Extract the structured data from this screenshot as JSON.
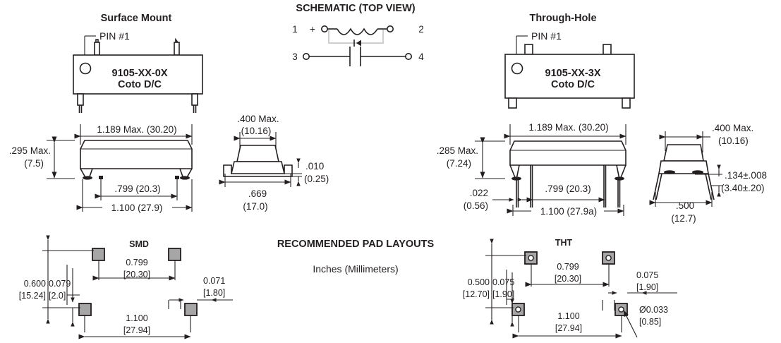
{
  "headings": {
    "surface_mount": "Surface Mount",
    "schematic": "SCHEMATIC (TOP VIEW)",
    "through_hole": "Through-Hole",
    "pad_layouts": "RECOMMENDED PAD LAYOUTS",
    "units": "Inches (Millimeters)",
    "smd": "SMD",
    "tht": "THT"
  },
  "surface_mount": {
    "pin1_label": "PIN #1",
    "part_number": "9105-XX-0X",
    "part_sub": "Coto D/C",
    "front_view": {
      "width_max": "1.189 Max. (30.20)",
      "height_max_1": ".295 Max.",
      "height_max_2": "(7.5)",
      "pin_span": ".799 (20.3)",
      "overall": "1.100 (27.9)"
    },
    "side_view": {
      "top_width_1": ".400 Max.",
      "top_width_2": "(10.16)",
      "standoff_1": ".010",
      "standoff_2": "(0.25)",
      "foot_span_1": ".669",
      "foot_span_2": "(17.0)"
    }
  },
  "through_hole": {
    "pin1_label": "PIN #1",
    "part_number": "9105-XX-3X",
    "part_sub": "Coto D/C",
    "front_view": {
      "width_max": "1.189 Max. (30.20)",
      "height_max_1": ".285 Max.",
      "height_max_2": "(7.24)",
      "lead_dia_1": ".022",
      "lead_dia_2": "(0.56)",
      "pin_span": ".799 (20.3)",
      "overall": "1.100 (27.9a)"
    },
    "side_view": {
      "top_width_1": ".400 Max.",
      "top_width_2": "(10.16)",
      "lead_len_1": ".134±.008",
      "lead_len_2": "(3.40±.20)",
      "foot_span_1": ".500",
      "foot_span_2": "(12.7)"
    }
  },
  "schematic": {
    "pin1": "1",
    "pin2": "2",
    "pin3": "3",
    "pin4": "4",
    "plus": "+"
  },
  "smd_pads": {
    "row_pitch_1": "0.600",
    "row_pitch_2": "[15.24]",
    "pad_h_1": "0.079",
    "pad_h_2": "[2.0]",
    "inner_span_1": "0.799",
    "inner_span_2": "[20.30]",
    "pad_w_1": "0.071",
    "pad_w_2": "[1.80]",
    "outer_span_1": "1.100",
    "outer_span_2": "[27.94]"
  },
  "tht_pads": {
    "row_pitch_1": "0.500",
    "row_pitch_2": "[12.70]",
    "pad_h_1": "0.075",
    "pad_h_2": "[1.90]",
    "inner_span_1": "0.799",
    "inner_span_2": "[20.30]",
    "pad_w_1": "0.075",
    "pad_w_2": "[1.90]",
    "outer_span_1": "1.100",
    "outer_span_2": "[27.94]",
    "hole_dia_1": "Ø0.033",
    "hole_dia_2": "[0.85]"
  },
  "colors": {
    "ink": "#231f20",
    "pad_fill": "#a6a6a6",
    "gray_line": "#cfcfcf"
  }
}
